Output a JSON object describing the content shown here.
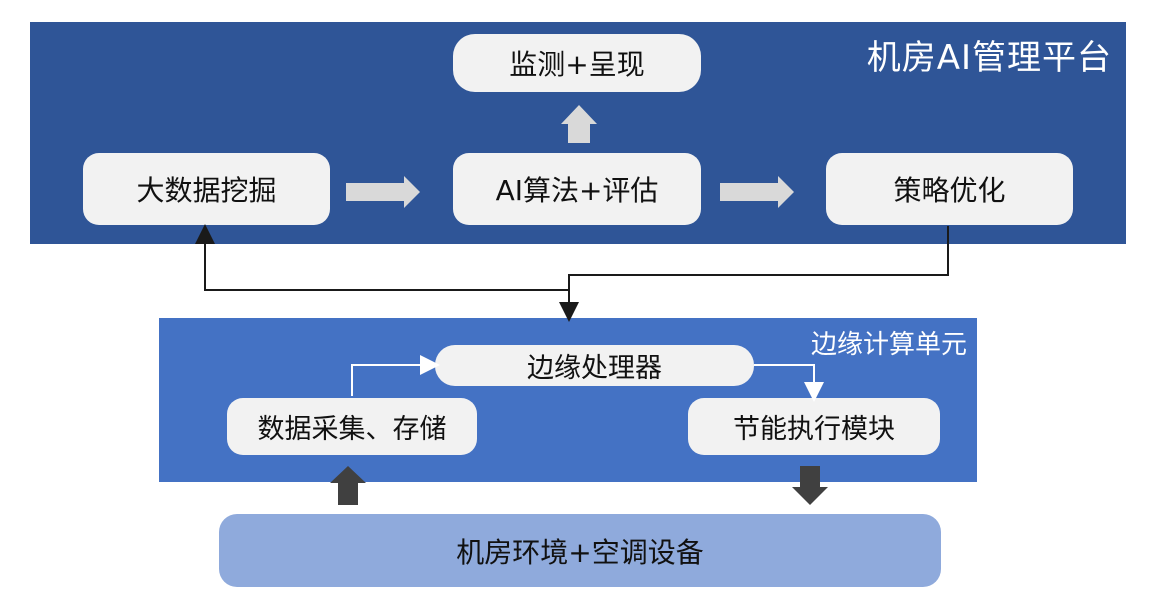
{
  "top_panel": {
    "title": "机房AI管理平台",
    "nodes": {
      "monitor": "监测+呈现",
      "bigdata": "大数据挖掘",
      "ai": "AI算法+评估",
      "strategy": "策略优化"
    }
  },
  "edge_panel": {
    "title": "边缘计算单元",
    "nodes": {
      "processor": "边缘处理器",
      "collect": "数据采集、存储",
      "energy": "节能执行模块"
    }
  },
  "environment": {
    "label": "机房环境+空调设备"
  },
  "colors": {
    "top_panel_bg": "#2f5597",
    "edge_panel_bg": "#4472c4",
    "environment_bg": "#8faadc",
    "node_bg": "#f2f2f2",
    "light_arrow": "#d9d9d9",
    "dark_arrow": "#404040"
  }
}
